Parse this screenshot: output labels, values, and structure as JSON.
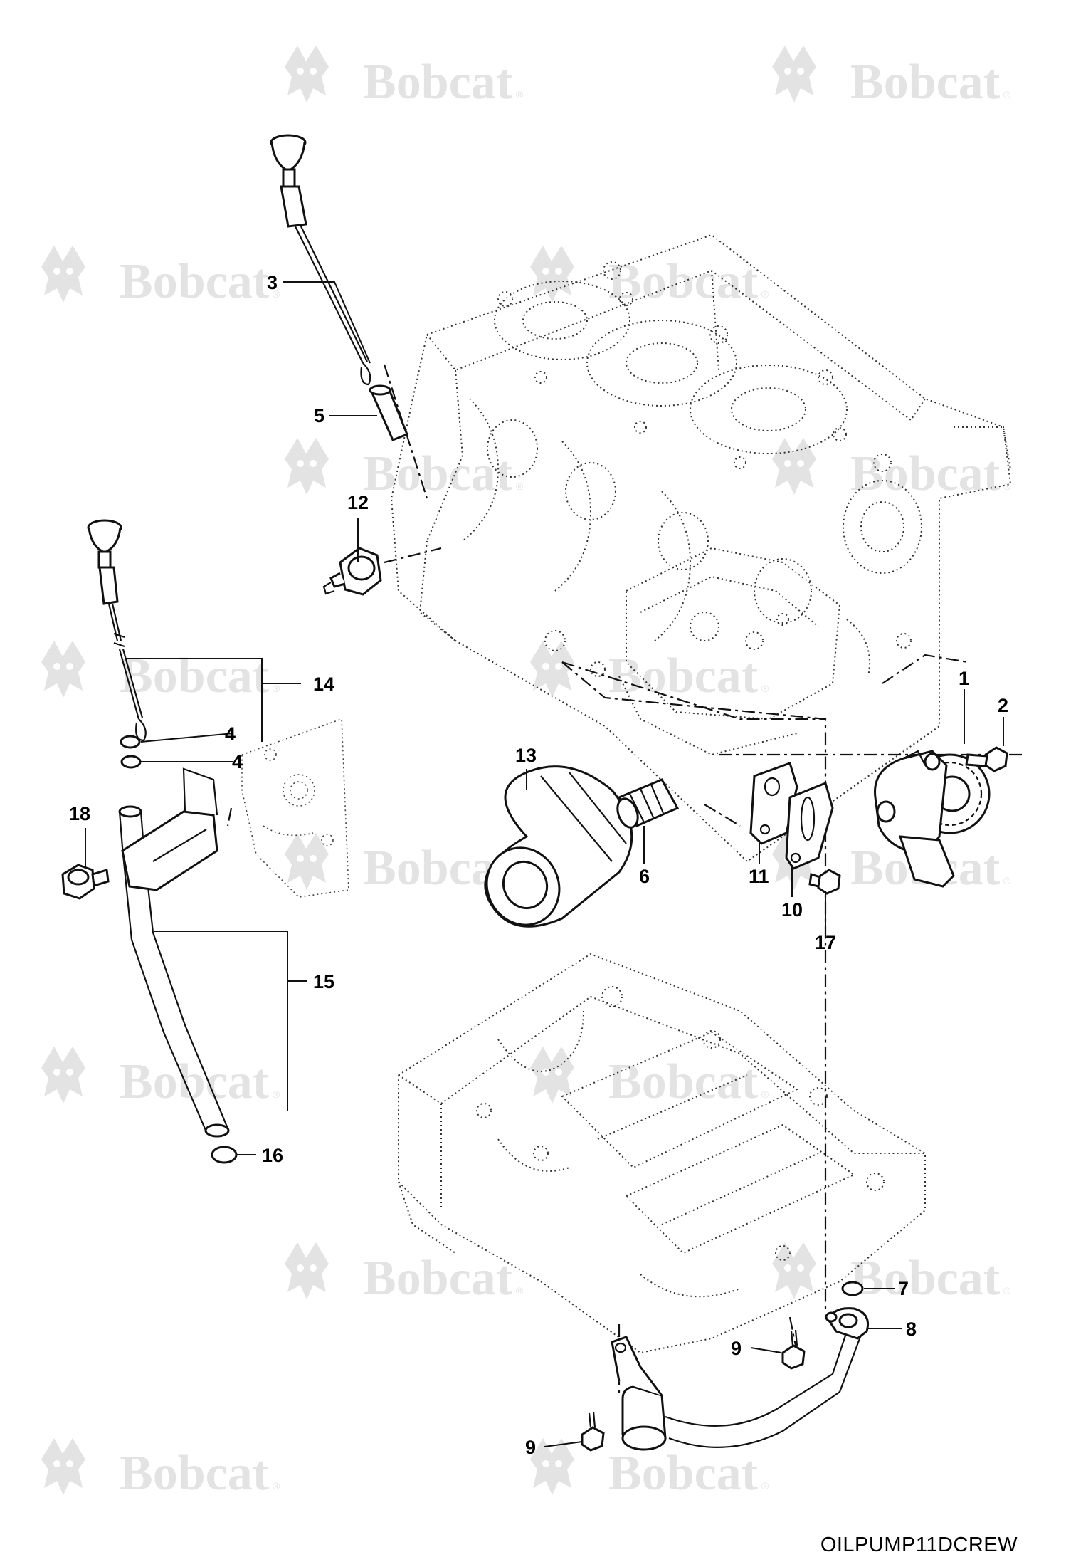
{
  "watermark": {
    "brand": "Bobcat",
    "registered": "®"
  },
  "callouts": {
    "c1": "1",
    "c2": "2",
    "c3": "3",
    "c4a": "4",
    "c4b": "4",
    "c5": "5",
    "c6": "6",
    "c7": "7",
    "c8": "8",
    "c9a": "9",
    "c9b": "9",
    "c10": "10",
    "c11": "11",
    "c12": "12",
    "c13": "13",
    "c14": "14",
    "c15": "15",
    "c16": "16",
    "c17": "17",
    "c18": "18"
  },
  "diagram_code": "OILPUMP11DCREW",
  "icons": [
    "bobcat-logo-icon"
  ]
}
